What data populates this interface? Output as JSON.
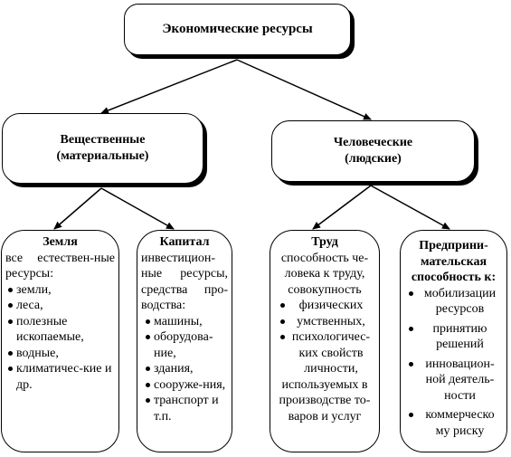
{
  "root": {
    "title": "Экономические ресурсы"
  },
  "branches": [
    {
      "title_line1": "Вещественные",
      "title_line2": "(материальные)",
      "leaves": [
        {
          "title": "Земля",
          "intro": "все естествен-ные ресурсы:",
          "items": [
            "земли,",
            "леса,",
            "полезные ископаемые,",
            "водные,",
            "климатичес-кие и др."
          ]
        },
        {
          "title": "Капитал",
          "intro": "инвестицион-ные ресурсы, средства про-водства:",
          "items": [
            "машины,",
            "оборудова-ние,",
            "здания,",
            "сооруже-ния,",
            "транспорт и т.п."
          ]
        }
      ]
    },
    {
      "title_line1": "Человеческие",
      "title_line2": "(людские)",
      "leaves": [
        {
          "title": "Труд",
          "intro": "способность че-ловека к труду, совокупность",
          "items": [
            "физических",
            "умственных,",
            "психологичес-ких свойств личности,"
          ],
          "outro": "используемых в производстве то-варов и услуг"
        },
        {
          "title": "Предприни-мательская способность к:",
          "items": [
            "мобилизации ресурсов",
            "принятию решений",
            "инновацион-ной деятель-ности",
            "коммерческо му риску"
          ]
        }
      ]
    }
  ]
}
